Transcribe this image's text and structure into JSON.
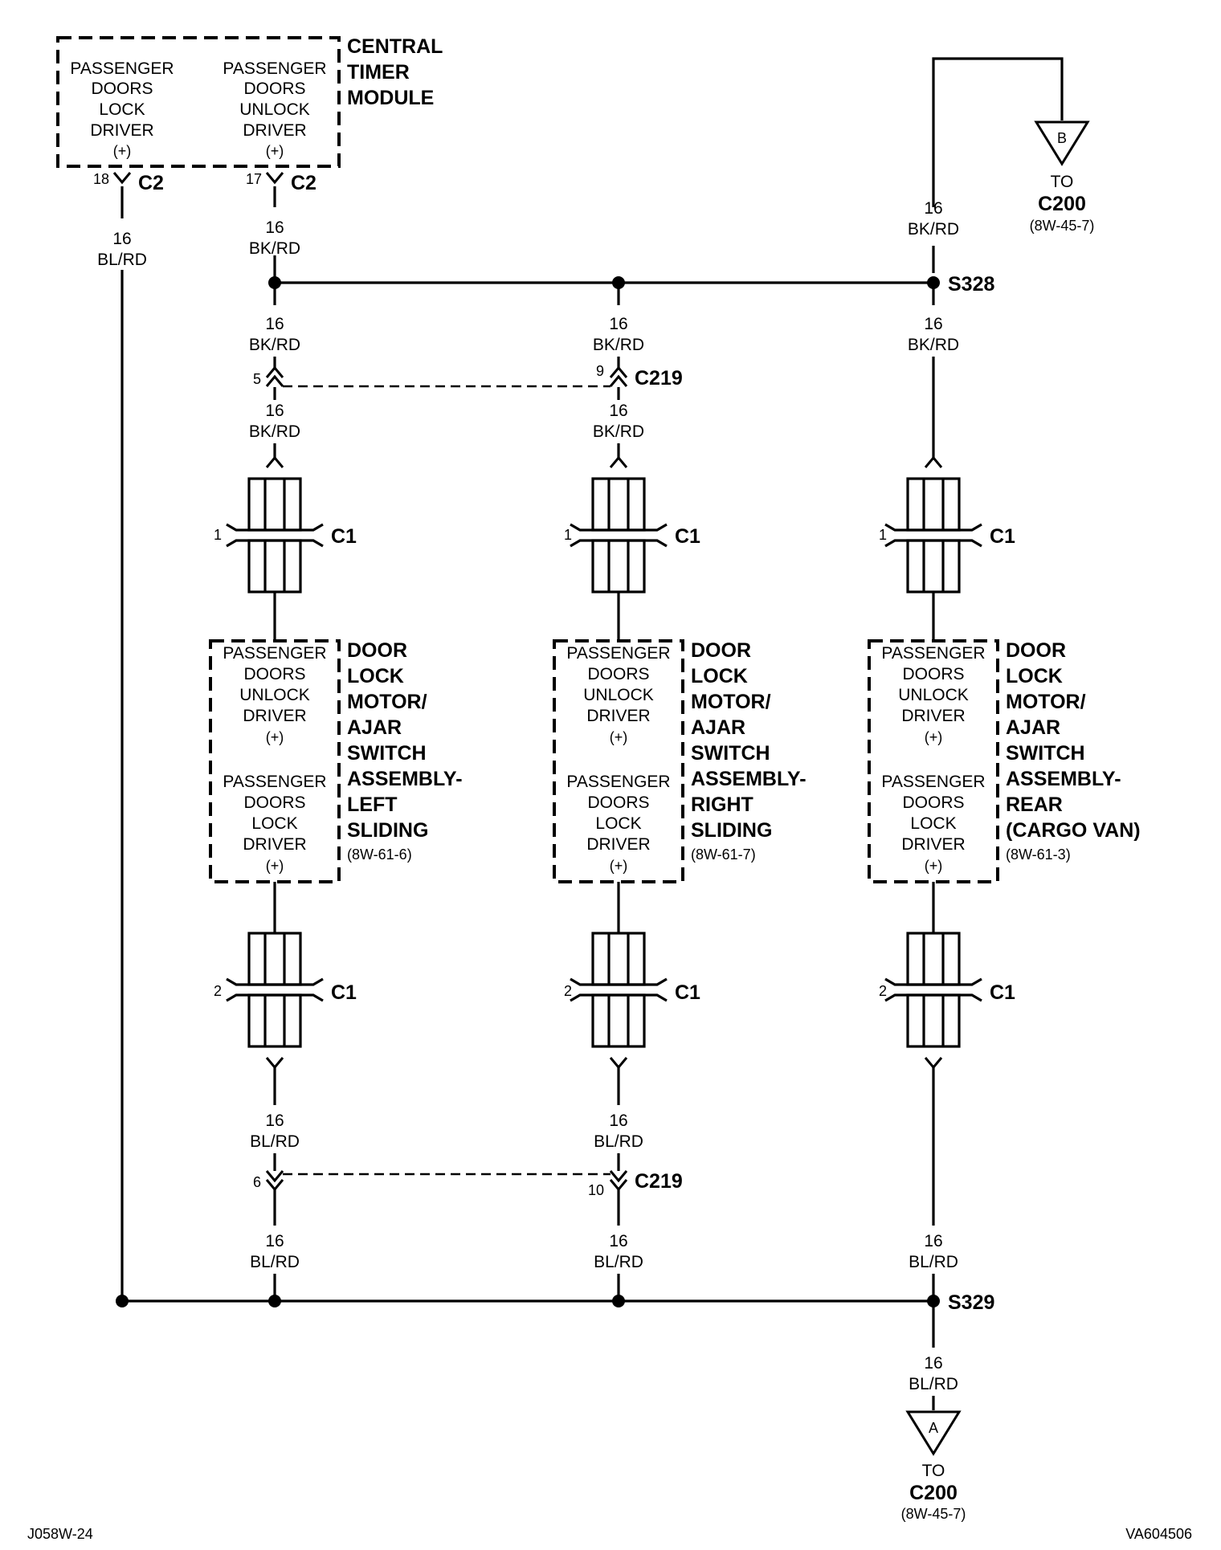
{
  "central_module": {
    "name_lines": [
      "CENTRAL",
      "TIMER",
      "MODULE"
    ],
    "lock_driver_lines": [
      "PASSENGER",
      "DOORS",
      "LOCK",
      "DRIVER",
      "(+)"
    ],
    "unlock_driver_lines": [
      "PASSENGER",
      "DOORS",
      "UNLOCK",
      "DRIVER",
      "(+)"
    ],
    "pin_lock": "18",
    "pin_unlock": "17",
    "connector": "C2"
  },
  "wires": {
    "gauge": "16",
    "lock_color": "BL/RD",
    "unlock_color": "BK/RD"
  },
  "splices": {
    "upper": "S328",
    "lower": "S329"
  },
  "inline_connector": {
    "name": "C219",
    "pin_left_upper": "5",
    "pin_right_upper": "9",
    "pin_left_lower": "6",
    "pin_right_lower": "10"
  },
  "component_connector": {
    "name": "C1",
    "pin_upper": "1",
    "pin_lower": "2"
  },
  "motor_driver_lines": {
    "unlock": [
      "PASSENGER",
      "DOORS",
      "UNLOCK",
      "DRIVER",
      "(+)"
    ],
    "lock": [
      "PASSENGER",
      "DOORS",
      "LOCK",
      "DRIVER",
      "(+)"
    ]
  },
  "motors": [
    {
      "name_lines": [
        "DOOR",
        "LOCK",
        "MOTOR/",
        "AJAR",
        "SWITCH",
        "ASSEMBLY-",
        "LEFT",
        "SLIDING"
      ],
      "ref": "(8W-61-6)"
    },
    {
      "name_lines": [
        "DOOR",
        "LOCK",
        "MOTOR/",
        "AJAR",
        "SWITCH",
        "ASSEMBLY-",
        "RIGHT",
        "SLIDING"
      ],
      "ref": "(8W-61-7)"
    },
    {
      "name_lines": [
        "DOOR",
        "LOCK",
        "MOTOR/",
        "AJAR",
        "SWITCH",
        "ASSEMBLY-",
        "REAR",
        "(CARGO VAN)"
      ],
      "ref": "(8W-61-3)"
    }
  ],
  "offpage": {
    "top": {
      "letter": "B",
      "to": "TO",
      "connector": "C200",
      "ref": "(8W-45-7)"
    },
    "bottom": {
      "letter": "A",
      "to": "TO",
      "connector": "C200",
      "ref": "(8W-45-7)"
    }
  },
  "footer": {
    "left": "J058W-24",
    "right": "VA604506"
  }
}
